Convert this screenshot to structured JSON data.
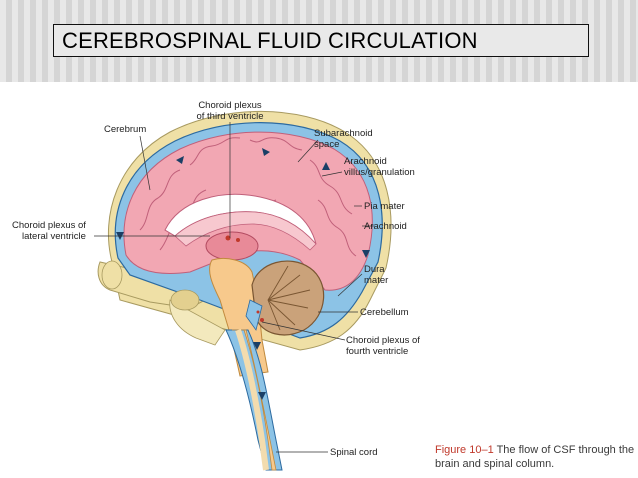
{
  "slide": {
    "title": "CEREBROSPINAL FLUID CIRCULATION"
  },
  "diagram": {
    "labels": {
      "choroid_third_l1": "Choroid plexus",
      "choroid_third_l2": "of third ventricle",
      "cerebrum": "Cerebrum",
      "subarachnoid_l1": "Subarachnoid",
      "subarachnoid_l2": "space",
      "arachnoid_villus_l1": "Arachnoid",
      "arachnoid_villus_l2": "villus/granulation",
      "pia_mater": "Pia mater",
      "arachnoid": "Arachnoid",
      "choroid_lateral_l1": "Choroid plexus of",
      "choroid_lateral_l2": "lateral ventricle",
      "dura_l1": "Dura",
      "dura_l2": "mater",
      "cerebellum": "Cerebellum",
      "choroid_fourth_l1": "Choroid plexus of",
      "choroid_fourth_l2": "fourth ventricle",
      "spinal_cord": "Spinal cord"
    },
    "caption": {
      "figure": "Figure 10–1",
      "text": " The flow of CSF through the brain and spinal column."
    }
  },
  "colors": {
    "csf_blue": "#8cc3e6",
    "brain_pink": "#f2a7b3",
    "skull_tan": "#efe0a6",
    "brainstem_orange": "#f7c98c",
    "cerebellum_brown": "#caa27a",
    "caption_red": "#c0392b"
  }
}
